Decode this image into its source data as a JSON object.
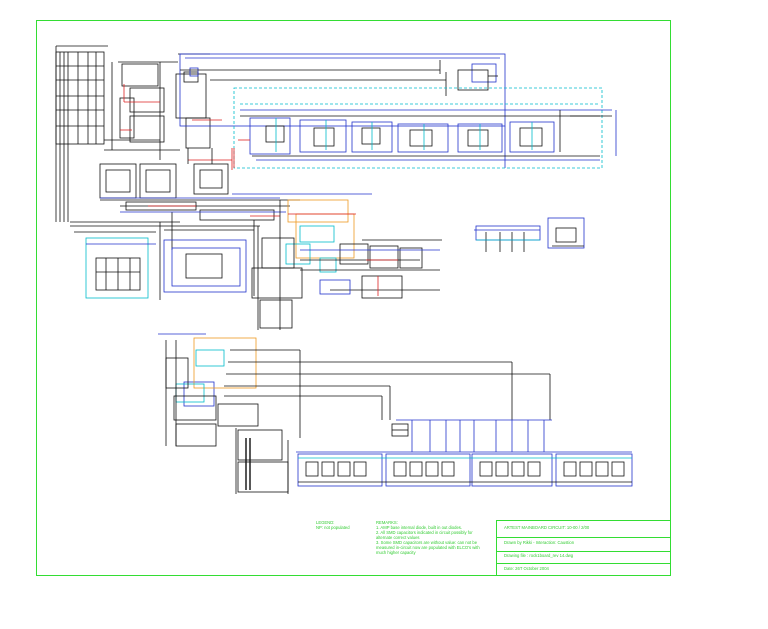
{
  "legend": {
    "title": "LEGEND:",
    "text": "NP: not populated"
  },
  "remarks": {
    "title": "REMARKS:",
    "lines": [
      "1. AMP base internal diode, built in out diodes.",
      "2. All SMD capacitors indicated in circuit possibly for",
      "alternate correct values",
      "3. Some SMD capacitors are without value: can not be",
      "measured in-circuit now are populated with ELCO's with",
      "much higher capacity"
    ]
  },
  "title_block": {
    "title": "ARTEST MAINBOARD CIRCUIT: 10-00 / 2/00",
    "drawn_by": "Drawn by Rikki - Interaction: Caustion",
    "drawing_file": "Drawing file : rock1board_rev 14.dwg",
    "date": "Date: 26T October 2004"
  },
  "colors": {
    "frame": "#33dd33",
    "wire": "#111111",
    "bus": "#2233cc",
    "highlight": "#dd2222",
    "boundary": "#00bbcc",
    "group": "#ee9922",
    "text": "#33cc33"
  }
}
